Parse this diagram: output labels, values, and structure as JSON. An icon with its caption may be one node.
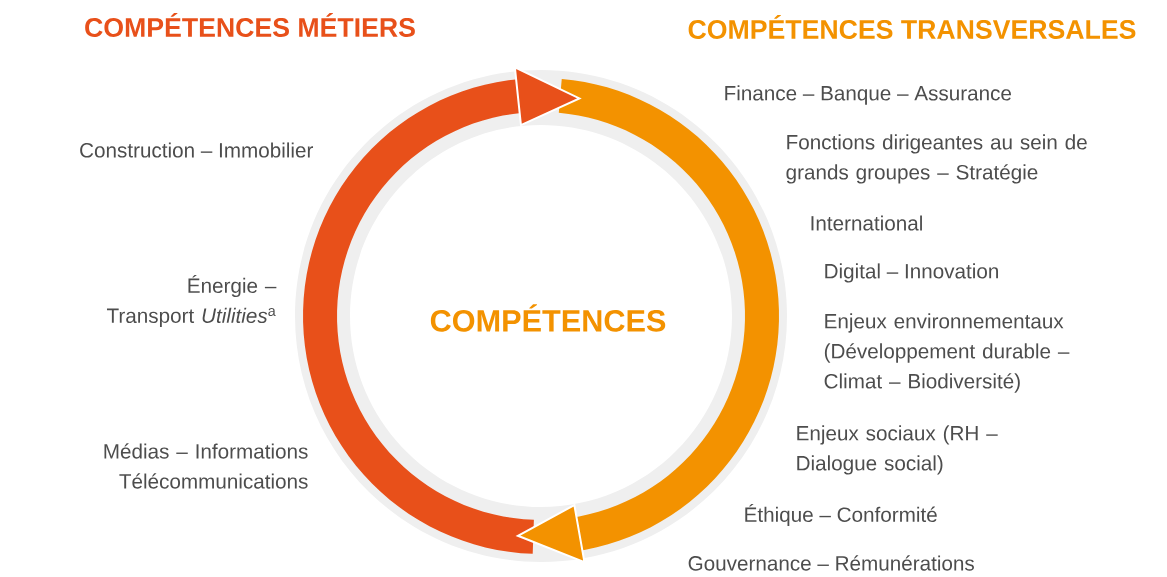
{
  "diagram": {
    "nodes": [
      {
        "text": [
          "COMPÉTENCES"
        ]
      }
    ],
    "labels": [
      "COMPÉTENCES MÉTIERS",
      "COMPÉTENCES TRANSVERSALES",
      "Construction – Immobilier",
      "Énergie – Transport *Utilities*$^{a}$",
      "Médias – Informations Télécommunications",
      "Finance – Banque – Assurance",
      "Fonctions dirigeantes au sein de grands groupes – Stratégie",
      "International",
      "Digital – Innovation",
      "Enjeux environnementaux (Développement durable – Climat – Biodiversité)",
      "Enjeux sociaux (RH – Dialogue social)",
      "Éthique – Conformité",
      "Gouvernance – Rémunérations"
    ]
  }
}
